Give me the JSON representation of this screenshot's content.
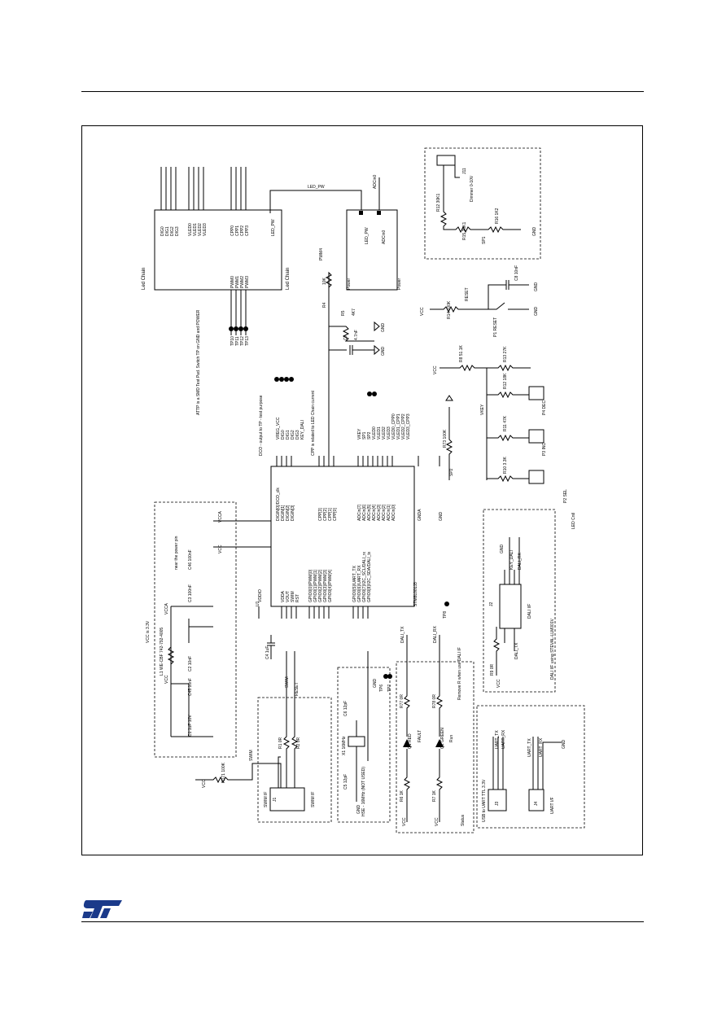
{
  "page": {
    "brand": "ST"
  },
  "schematic": {
    "mcu": {
      "ref": "U1",
      "part": "STM8L001J3",
      "left_pins": [
        "VDDIO",
        "VDDA",
        "VOUT",
        "SWIM",
        "RST",
        "GPIO0[0]/PWM[0]",
        "GPIO0[1]/PWM[1]",
        "GPIO0[2]/PWM[2]",
        "GPIO0[3]/PWM[3]",
        "GPIO0[4]/PWM[4]",
        "GPIO0[5]/UART_TX",
        "GPIO0[6]/UART_RX",
        "GPIO0[7]/I2C_SCL/DALI_rx",
        "GPIO0[8]/I2C_SDA/DALI_tx"
      ],
      "right_pins": [
        "GNDA",
        "GND",
        "DIGIN[0]/DCO_clk",
        "DIGIN[1]",
        "DIGIN[2]",
        "DIGIN[3]",
        "CPP[3]",
        "CPP[2]",
        "CPP[1]",
        "CPP[0]",
        "ADCin[7]",
        "ADCin[6]",
        "ADCin[5]",
        "ADCin[4]",
        "ADCin[3]",
        "ADCin[2]",
        "ADCin[1]",
        "ADCin[0]"
      ]
    },
    "power_section": {
      "title": "VCC is 3.3V",
      "note": "near the power pin",
      "parts": [
        "C1 1uF 10V",
        "C45 10nF",
        "C2 10nF",
        "L1 WE-CBF 742-792-4005",
        "C3 100nF",
        "C46 100nF",
        "C4 1uF"
      ],
      "nets": [
        "VCC",
        "VCCA",
        "GND"
      ]
    },
    "led_chain": {
      "title": "Led Chain",
      "left_pins": [
        "DIG0",
        "DIG1",
        "DIG2",
        "DIG3",
        "VLED0",
        "VLED1",
        "VLED2",
        "VLED3",
        "CPP0",
        "CPP1",
        "CPP2",
        "CPP3",
        "LED_PW"
      ],
      "right_pins": [
        "PWM0",
        "PWM1",
        "PWM2",
        "PWM3"
      ],
      "testpoints": [
        "TP10",
        "TP11",
        "TP12",
        "TP13"
      ],
      "note": "ATTP is a SMD Test Pad. Switch TP on GND and POWER"
    },
    "power_block": {
      "title": "Power",
      "pins": [
        "LED_PW",
        "ADCin0",
        "PWM4"
      ],
      "parts": [
        "R4 10K",
        "R5 4K7",
        "C7 4.7nF"
      ]
    },
    "reset": {
      "parts": [
        "R14 100K",
        "C8 10nF",
        "P1 RESET"
      ],
      "nets": [
        "RESET",
        "VCC",
        "GND"
      ]
    },
    "dimmer": {
      "title": "Dimmer 0-10V",
      "ref": "J11",
      "parts": [
        "R12 30K1",
        "R15 20K1",
        "R16 1K2"
      ],
      "nets": [
        "SP1",
        "GND"
      ]
    },
    "keys": {
      "parts": [
        "R8 51.1K",
        "R13 27K",
        "R12 18K",
        "R11 47K",
        "R10 3.3K",
        "P2 SEL",
        "P3 INC",
        "P4 DEC"
      ],
      "nets": [
        "VKEY",
        "VCC",
        "GND"
      ],
      "label": "LED Cntl"
    },
    "swim": {
      "title": "SWIM IF",
      "ref": "J1",
      "parts": [
        "R171 100K",
        "R1 0R",
        "R2 0R"
      ],
      "nets": [
        "SWIM",
        "RESET",
        "VCC"
      ]
    },
    "oscillator": {
      "title": "HSE - 16MHz (NOT USED)",
      "parts": [
        "X1 16MHz",
        "C5 12pF",
        "C6 12pF"
      ],
      "nets": [
        "GND"
      ]
    },
    "leds": {
      "parts": [
        "Q1 RED",
        "Q2 GREEN",
        "R6 1K",
        "R7 1K",
        "R77 0R",
        "R78 0R"
      ],
      "labels": [
        "FAULT",
        "Run",
        "Status"
      ],
      "note": "Remove R when use DALI IF"
    },
    "dali": {
      "title": "DALI I/F using STEVAL-LLM001V",
      "ref": "J2",
      "nets": [
        "DALI_TX",
        "DALI_RX",
        "KEY_DALI",
        "GND",
        "VCC"
      ],
      "parts": [
        "R9 0R",
        "DALI I/F"
      ]
    },
    "uart": {
      "title": "USB to UART TTL 3.3V",
      "refs": [
        "J3",
        "J4"
      ],
      "nets": [
        "UART_TX",
        "UART_RX",
        "GND"
      ],
      "label": "UART I/F"
    },
    "nets_right": [
      "VKEY",
      "SP1",
      "SP2",
      "VLED0",
      "VLED1",
      "VLED2",
      "VLED3",
      "VLED0_CPP0",
      "VLED1_CPP1",
      "VLED2_CPP2",
      "VLED3_CPP3"
    ],
    "nets_digital": [
      "VREG_VCC",
      "DIG0",
      "DIG1",
      "DIG2",
      "DIG3",
      "KEY_DALI"
    ],
    "notes": [
      "DCO - output to TP - test purpose",
      "CPP is related to LED Chain current"
    ]
  }
}
